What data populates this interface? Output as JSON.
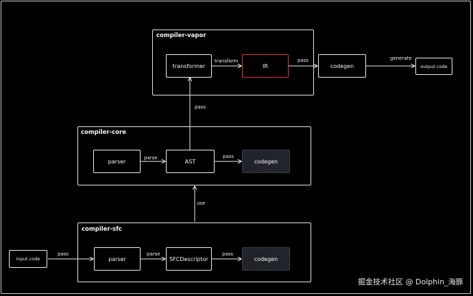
{
  "groups": {
    "vapor": "compiler-vapor",
    "core": "compiler-core",
    "sfc": "compiler-sfc"
  },
  "nodes": {
    "transformer": "transformer",
    "ir": "IR",
    "vapor_codegen": "codegen",
    "output_code": "output code",
    "core_parser": "parser",
    "ast": "AST",
    "core_codegen": "codegen",
    "input_code": "input code",
    "sfc_parser": "parser",
    "sfc_descriptor": "SFCDescriptor",
    "sfc_codegen": "codegen"
  },
  "edges": {
    "transform": "transform",
    "pass_ir_codegen": "pass",
    "generate": "generate",
    "pass_ast_transformer": "pass",
    "parse_core": "parse",
    "pass_ast_codegen": "pass",
    "use": "use",
    "pass_input": "pass",
    "parse_sfc": "parse",
    "pass_sfc_codegen": "pass"
  },
  "colors": {
    "background": "#000000",
    "stroke": "#f0f0f0",
    "highlight": "#e0383e",
    "hatch": "#2b3038"
  },
  "watermark": "掘金技术社区 @ Dolphin_海豚"
}
